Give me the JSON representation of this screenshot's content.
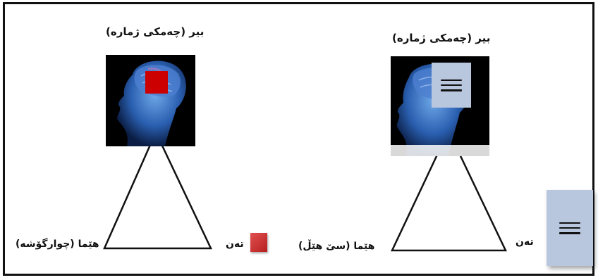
{
  "left_panel": {
    "top_label": "بیر (چەمکی ژمارە)",
    "left_label": "هێما (چوارگۆشە)",
    "right_label": "تەن"
  },
  "right_panel": {
    "top_label": "بیر (چەمکی ژمارە)",
    "left_label": "هێما (سێ هێڵ)",
    "right_label": "تەن"
  },
  "colors": {
    "red_square": "#cc0000",
    "lines_box": "#b8c6de",
    "border": "#111111"
  }
}
